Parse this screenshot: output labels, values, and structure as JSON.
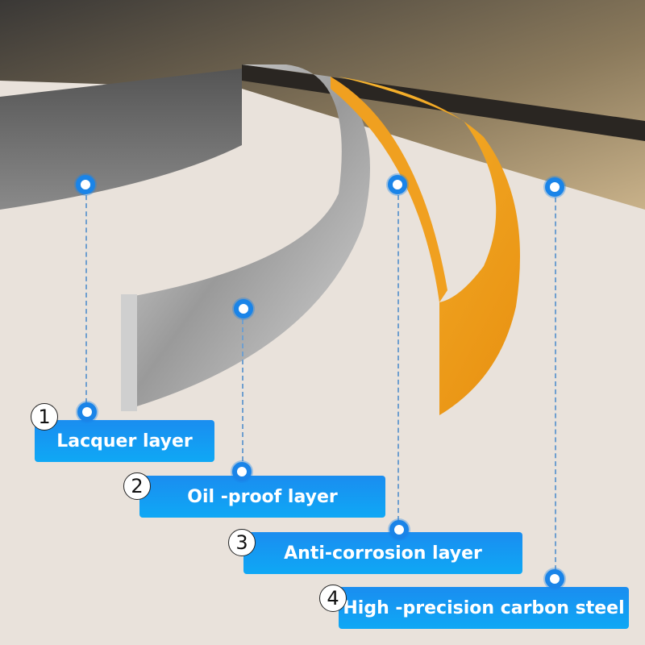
{
  "labels": [
    {
      "number": "1",
      "text": "Lacquer layer"
    },
    {
      "number": "2",
      "text": "Oil -proof layer"
    },
    {
      "number": "3",
      "text": "Anti-corrosion layer"
    },
    {
      "number": "4",
      "text": "High -precision carbon steel"
    }
  ],
  "colors": {
    "accent": "#1a8df0",
    "steel": "#c8c8c8",
    "orange": "#f2a21b",
    "background": "#e9e2db"
  }
}
